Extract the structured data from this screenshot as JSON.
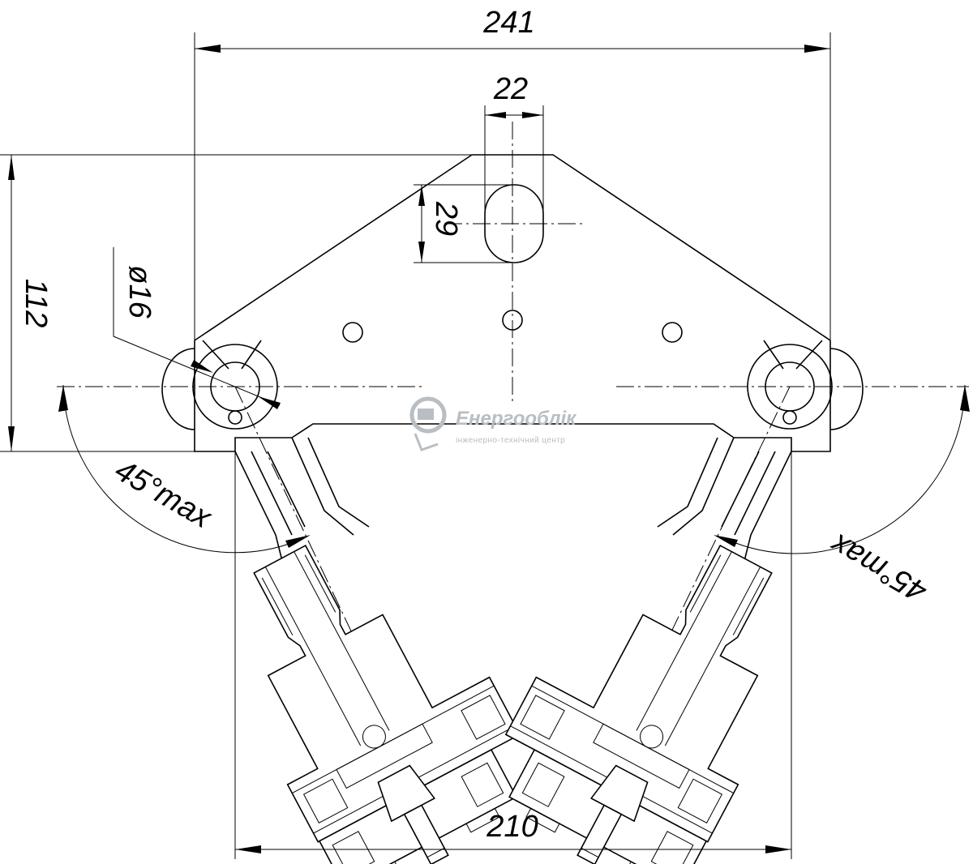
{
  "dimensions": {
    "overall_width": "241",
    "slot_width": "22",
    "slot_height": "29",
    "height": "112",
    "hole_diameter": "ø16",
    "angle_left": "45°max",
    "angle_right": "45°max",
    "base_width": "210"
  },
  "watermark": {
    "name": "Енергооблік",
    "subtitle": "інженерно-технічний центр"
  }
}
